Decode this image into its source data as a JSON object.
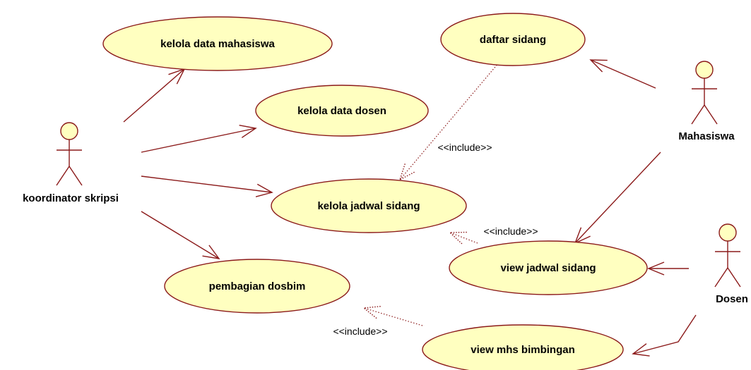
{
  "diagram": {
    "type": "use-case",
    "colors": {
      "use_case_fill": "#ffffc0",
      "line": "#8b1a1a",
      "text": "#000000",
      "background": "#ffffff"
    },
    "actors": [
      {
        "id": "koordinator",
        "label": "koordinator skripsi"
      },
      {
        "id": "mahasiswa",
        "label": "Mahasiswa"
      },
      {
        "id": "dosen",
        "label": "Dosen"
      }
    ],
    "use_cases": [
      {
        "id": "kelola_mhs",
        "label": "kelola data mahasiswa"
      },
      {
        "id": "kelola_dosen",
        "label": "kelola data dosen"
      },
      {
        "id": "kelola_jadwal",
        "label": "kelola jadwal sidang"
      },
      {
        "id": "pembagian",
        "label": "pembagian dosbim"
      },
      {
        "id": "daftar",
        "label": "daftar sidang"
      },
      {
        "id": "view_jadwal",
        "label": "view jadwal sidang"
      },
      {
        "id": "view_mhs",
        "label": "view mhs bimbingan"
      }
    ],
    "associations": [
      {
        "from": "koordinator",
        "to": "kelola_mhs"
      },
      {
        "from": "koordinator",
        "to": "kelola_dosen"
      },
      {
        "from": "koordinator",
        "to": "kelola_jadwal"
      },
      {
        "from": "koordinator",
        "to": "pembagian"
      },
      {
        "from": "mahasiswa",
        "to": "daftar"
      },
      {
        "from": "mahasiswa",
        "to": "view_jadwal"
      },
      {
        "from": "dosen",
        "to": "view_jadwal"
      },
      {
        "from": "dosen",
        "to": "view_mhs"
      }
    ],
    "includes": [
      {
        "from": "daftar",
        "to": "kelola_jadwal",
        "label": "<<include>>"
      },
      {
        "from": "view_jadwal",
        "to": "kelola_jadwal",
        "label": "<<include>>"
      },
      {
        "from": "view_mhs",
        "to": "pembagian",
        "label": "<<include>>"
      }
    ]
  }
}
